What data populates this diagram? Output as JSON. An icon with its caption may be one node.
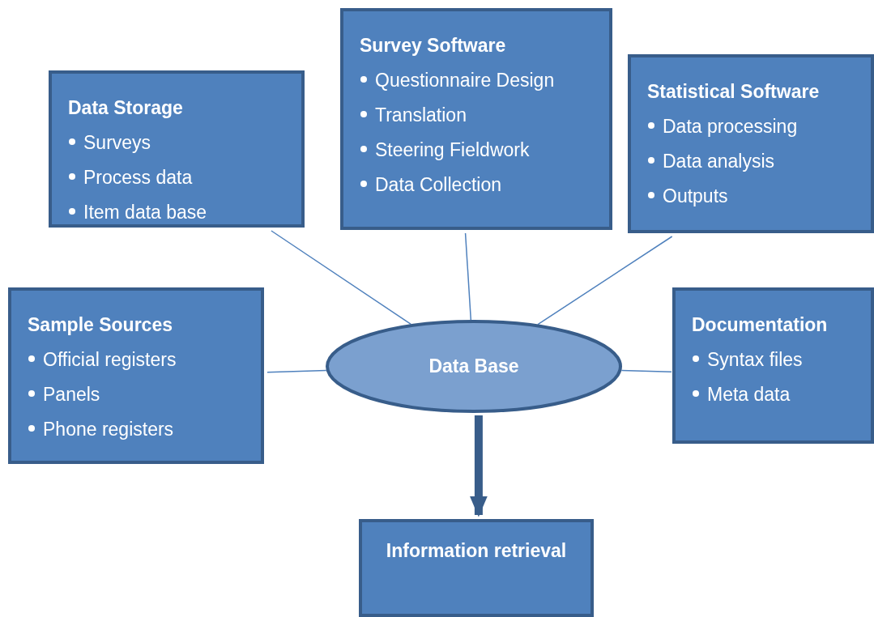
{
  "diagram": {
    "nodes": [
      {
        "text": [
          "Data Storage",
          "Surveys",
          "Process data",
          "Item data base"
        ]
      },
      {
        "text": [
          "Survey Software",
          "Questionnaire Design",
          "Translation",
          "Steering Fieldwork",
          "Data Collection"
        ]
      },
      {
        "text": [
          "Statistical Software",
          "Data processing",
          "Data analysis",
          "Outputs"
        ]
      },
      {
        "text": [
          "Sample Sources",
          "Official registers",
          "Panels",
          "Phone registers"
        ]
      },
      {
        "text": [
          "Data Base"
        ]
      },
      {
        "text": [
          "Documentation",
          "Syntax files",
          "Meta data"
        ]
      },
      {
        "text": [
          "Information retrieval"
        ]
      }
    ],
    "edges": [
      {
        "from": 0,
        "to": 4,
        "arrow": "none"
      },
      {
        "from": 1,
        "to": 4,
        "arrow": "none"
      },
      {
        "from": 2,
        "to": 4,
        "arrow": "none"
      },
      {
        "from": 3,
        "to": 4,
        "arrow": "none"
      },
      {
        "from": 5,
        "to": 4,
        "arrow": "none"
      },
      {
        "from": 4,
        "to": 6,
        "arrow": "to",
        "style": "thick"
      }
    ]
  }
}
